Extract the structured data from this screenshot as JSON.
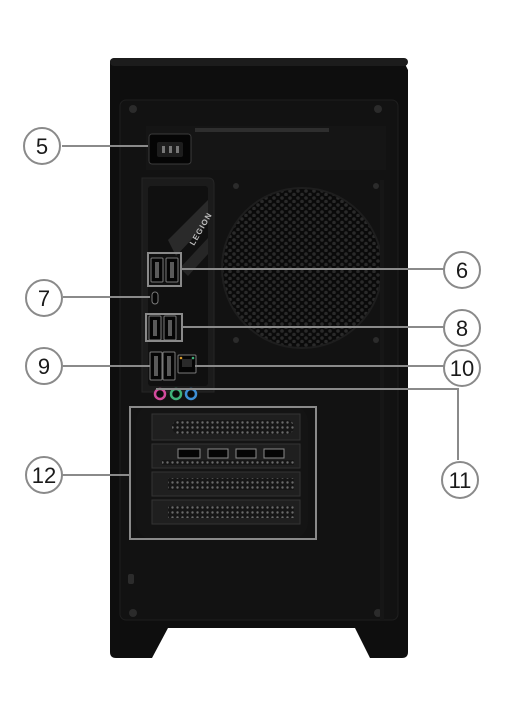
{
  "device": "Legion tower PC rear view",
  "brand_label": "LEGION",
  "colors": {
    "chassis": "#0d0d0d",
    "panel": "#1a1a1a",
    "callout_stroke": "#8a8a8a",
    "audio_pink": "#d24a9c",
    "audio_green": "#3fb27a",
    "audio_blue": "#3d8fd6"
  },
  "callouts": [
    {
      "id": "5",
      "label": "5",
      "side": "left"
    },
    {
      "id": "6",
      "label": "6",
      "side": "right"
    },
    {
      "id": "7",
      "label": "7",
      "side": "left"
    },
    {
      "id": "8",
      "label": "8",
      "side": "right"
    },
    {
      "id": "9",
      "label": "9",
      "side": "left"
    },
    {
      "id": "10",
      "label": "10",
      "side": "right"
    },
    {
      "id": "11",
      "label": "11",
      "side": "right"
    },
    {
      "id": "12",
      "label": "12",
      "side": "left"
    }
  ]
}
